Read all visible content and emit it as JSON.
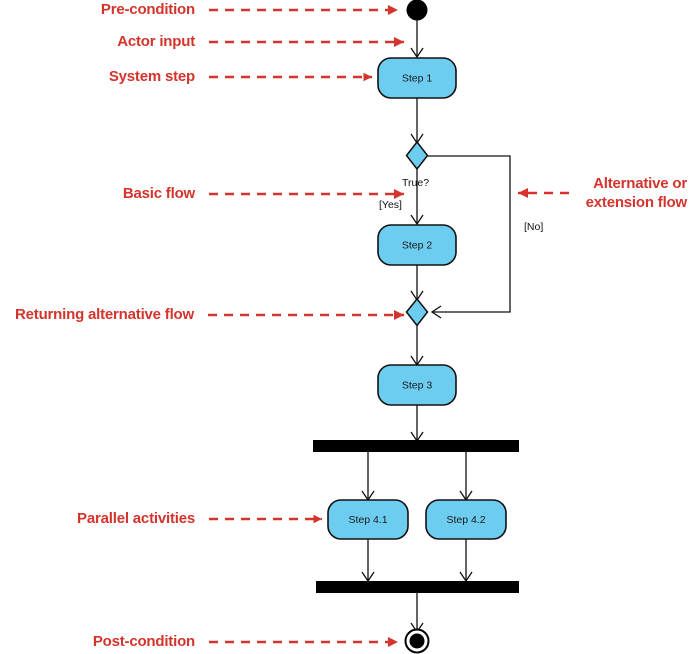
{
  "diagram": {
    "type": "uml-activity-diagram",
    "background_color": "#ffffff",
    "accent_color": "#d4342c",
    "node_fill_color": "#6dcdf0",
    "node_stroke_color": "#111111",
    "bar_color": "#000000"
  },
  "nodes": {
    "start": {
      "name": "initial-node",
      "shape": "filled-circle"
    },
    "step1": {
      "label": "Step 1",
      "shape": "rounded-rect"
    },
    "decision": {
      "label": "",
      "shape": "diamond",
      "question": "True?"
    },
    "step2": {
      "label": "Step 2",
      "shape": "rounded-rect"
    },
    "merge": {
      "label": "",
      "shape": "diamond"
    },
    "step3": {
      "label": "Step 3",
      "shape": "rounded-rect"
    },
    "fork": {
      "name": "fork-bar",
      "shape": "bar"
    },
    "step41": {
      "label": "Step 4.1",
      "shape": "rounded-rect"
    },
    "step42": {
      "label": "Step 4.2",
      "shape": "rounded-rect"
    },
    "join": {
      "name": "join-bar",
      "shape": "bar"
    },
    "end": {
      "name": "final-node",
      "shape": "circle-with-ring"
    }
  },
  "guards": {
    "question": "True?",
    "yes": "[Yes]",
    "no": "[No]"
  },
  "annotations": [
    {
      "id": "pre-condition",
      "text": "Pre-condition",
      "direction": "right"
    },
    {
      "id": "actor-input",
      "text": "Actor input",
      "direction": "right"
    },
    {
      "id": "system-step",
      "text": "System step",
      "direction": "right"
    },
    {
      "id": "basic-flow",
      "text": "Basic flow",
      "direction": "right"
    },
    {
      "id": "alternative-flow-line1",
      "text": "Alternative or",
      "direction": "left"
    },
    {
      "id": "alternative-flow-line2",
      "text": "extension flow",
      "direction": "left"
    },
    {
      "id": "returning-alternative-flow",
      "text": "Returning alternative flow",
      "direction": "right"
    },
    {
      "id": "parallel-activities",
      "text": "Parallel activities",
      "direction": "right"
    },
    {
      "id": "post-condition",
      "text": "Post-condition",
      "direction": "right"
    }
  ]
}
